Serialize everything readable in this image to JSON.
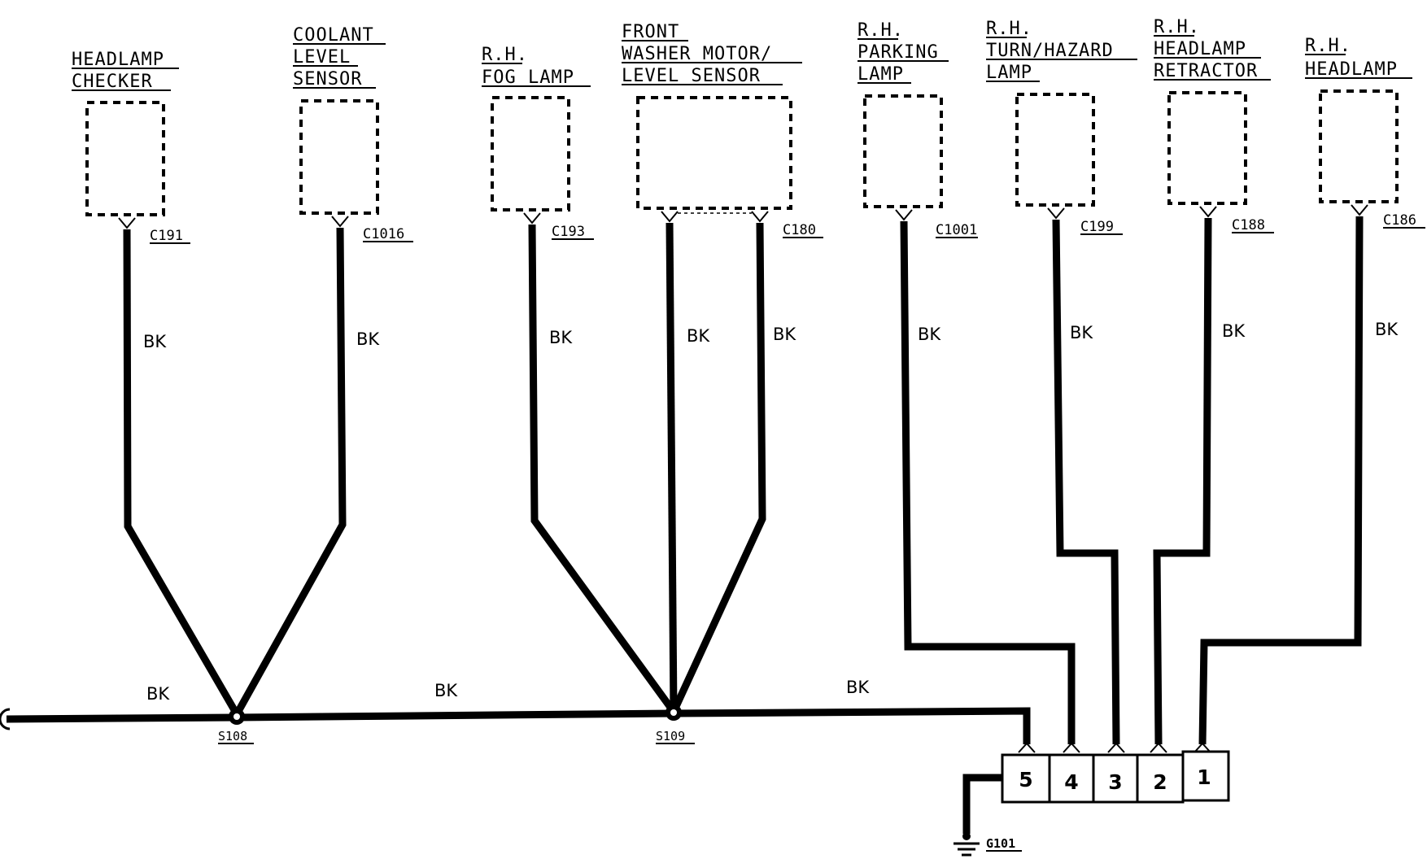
{
  "components": [
    {
      "lines": [
        "HEADLAMP",
        "CHECKER"
      ],
      "connector": "C191"
    },
    {
      "lines": [
        "COOLANT",
        "LEVEL",
        "SENSOR"
      ],
      "connector": "C1016"
    },
    {
      "lines": [
        "R.H.",
        "FOG LAMP"
      ],
      "connector": "C193"
    },
    {
      "lines": [
        "FRONT",
        "WASHER MOTOR/",
        "LEVEL SENSOR"
      ],
      "connector": "C180"
    },
    {
      "lines": [
        "R.H.",
        "PARKING",
        "LAMP"
      ],
      "connector": "C1001"
    },
    {
      "lines": [
        "R.H.",
        "TURN/HAZARD",
        "LAMP"
      ],
      "connector": "C199"
    },
    {
      "lines": [
        "R.H.",
        "HEADLAMP",
        "RETRACTOR"
      ],
      "connector": "C188"
    },
    {
      "lines": [
        "R.H.",
        "HEADLAMP"
      ],
      "connector": "C186"
    }
  ],
  "wire_color": "BK",
  "splices": [
    "S108",
    "S109"
  ],
  "ground": "G101",
  "pins": [
    "5",
    "4",
    "3",
    "2",
    "1"
  ]
}
